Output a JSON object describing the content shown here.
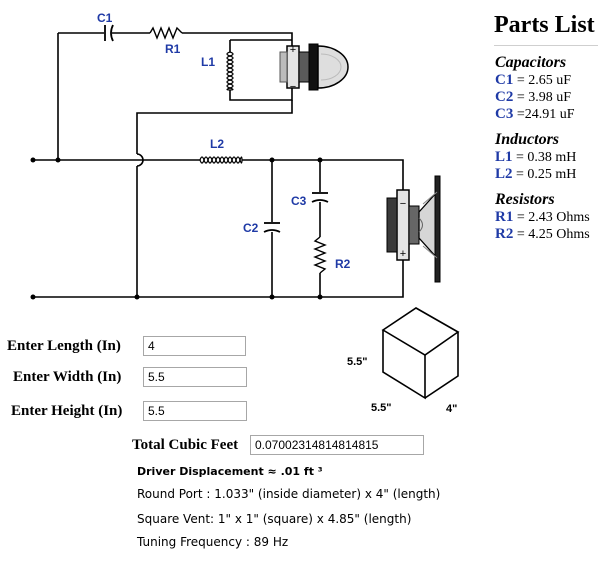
{
  "schematic": {
    "labels": {
      "c1": "C1",
      "r1": "R1",
      "l1": "L1",
      "l2": "L2",
      "c2": "C2",
      "c3": "C3",
      "r2": "R2"
    },
    "polarity": {
      "plus": "+",
      "minus": "−"
    }
  },
  "box_diagram": {
    "height_label": "5.5\"",
    "width_label": "5.5\"",
    "length_label": "4\""
  },
  "parts_list": {
    "title": "Parts List",
    "sections": [
      {
        "title": "Capacitors",
        "items": [
          {
            "name": "C1",
            "value": " = 2.65 uF"
          },
          {
            "name": "C2",
            "value": " = 3.98 uF"
          },
          {
            "name": "C3",
            "value": " =24.91 uF"
          }
        ]
      },
      {
        "title": "Inductors",
        "items": [
          {
            "name": "L1",
            "value": " = 0.38 mH"
          },
          {
            "name": "L2",
            "value": " = 0.25 mH"
          }
        ]
      },
      {
        "title": "Resistors",
        "items": [
          {
            "name": "R1",
            "value": " = 2.43 Ohms"
          },
          {
            "name": "R2",
            "value": " = 4.25 Ohms"
          }
        ]
      }
    ]
  },
  "form": {
    "length_label": "Enter Length (In)",
    "length_value": "4",
    "width_label": "Enter Width (In)",
    "width_value": "5.5",
    "height_label": "Enter Height (In)",
    "height_value": "5.5",
    "total_label": "Total Cubic Feet",
    "total_value": "0.07002314814814815"
  },
  "info": {
    "displacement": "Driver Displacement ≈ .01 ft ³",
    "round_port": "Round Port : 1.033\" (inside diameter)   x   4\" (length)",
    "square_vent": "Square Vent: 1\" x 1\" (square) x 4.85\" (length)",
    "tuning": "Tuning Frequency : 89 Hz"
  }
}
